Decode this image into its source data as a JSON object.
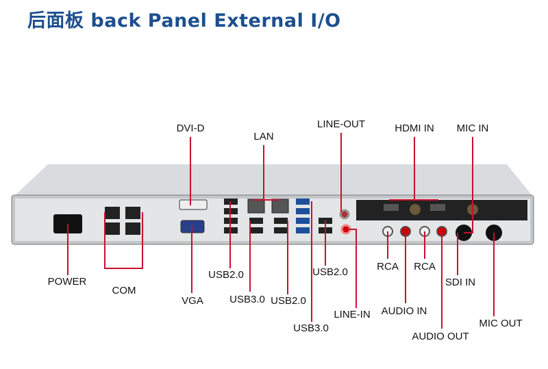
{
  "title": "后面板 back Panel External I/O",
  "labels": {
    "dvi_d": "DVI-D",
    "lan": "LAN",
    "line_out": "LINE-OUT",
    "hdmi_in": "HDMI IN",
    "mic_in": "MIC IN",
    "power": "POWER",
    "com": "COM",
    "vga": "VGA",
    "usb20_a": "USB2.0",
    "usb30_a": "USB3.0",
    "usb20_b": "USB2.0",
    "usb30_b": "USB3.0",
    "usb20_c": "USB2.0",
    "line_in": "LINE-IN",
    "rca_a": "RCA",
    "rca_b": "RCA",
    "audio_in": "AUDIO IN",
    "audio_out": "AUDIO OUT",
    "sdi_in": "SDI IN",
    "mic_out": "MIC OUT"
  },
  "colors": {
    "title": "#1d4f8f",
    "leader": "#c8102e"
  }
}
